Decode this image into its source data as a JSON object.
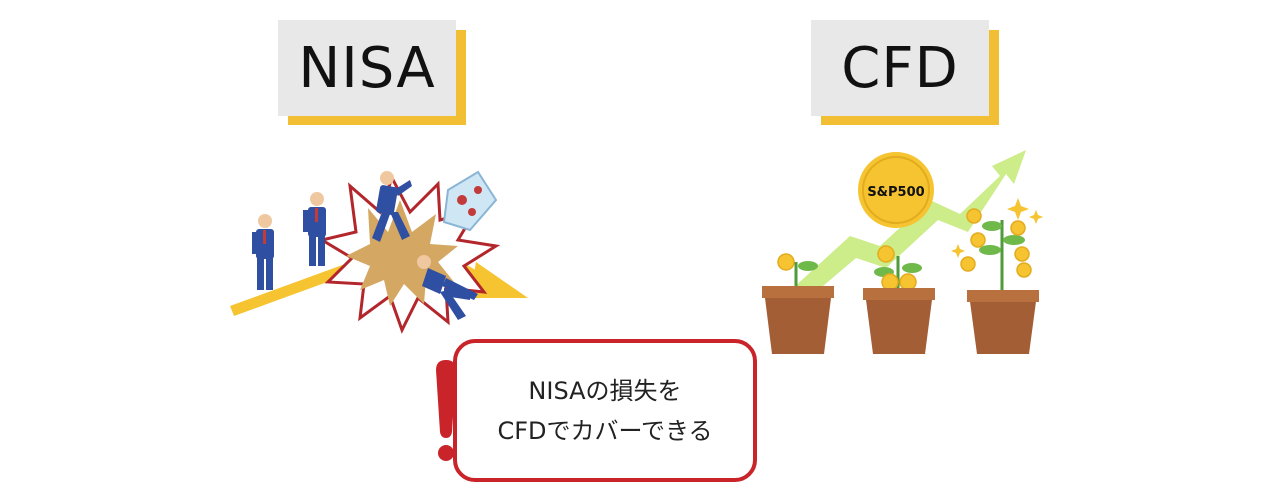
{
  "left_label": "NISA",
  "right_label": "CFD",
  "coin_label": "S&P500",
  "callout": {
    "line1": "NISAの損失を",
    "line2": "CFDでカバーできる"
  },
  "colors": {
    "label_bg": "#e8e8e8",
    "label_shadow": "#f2bf34",
    "alert_red": "#c9242a",
    "arrow_yellow": "#f5c430",
    "arrow_green": "#cdec8a",
    "pot_brown": "#a35e36"
  }
}
